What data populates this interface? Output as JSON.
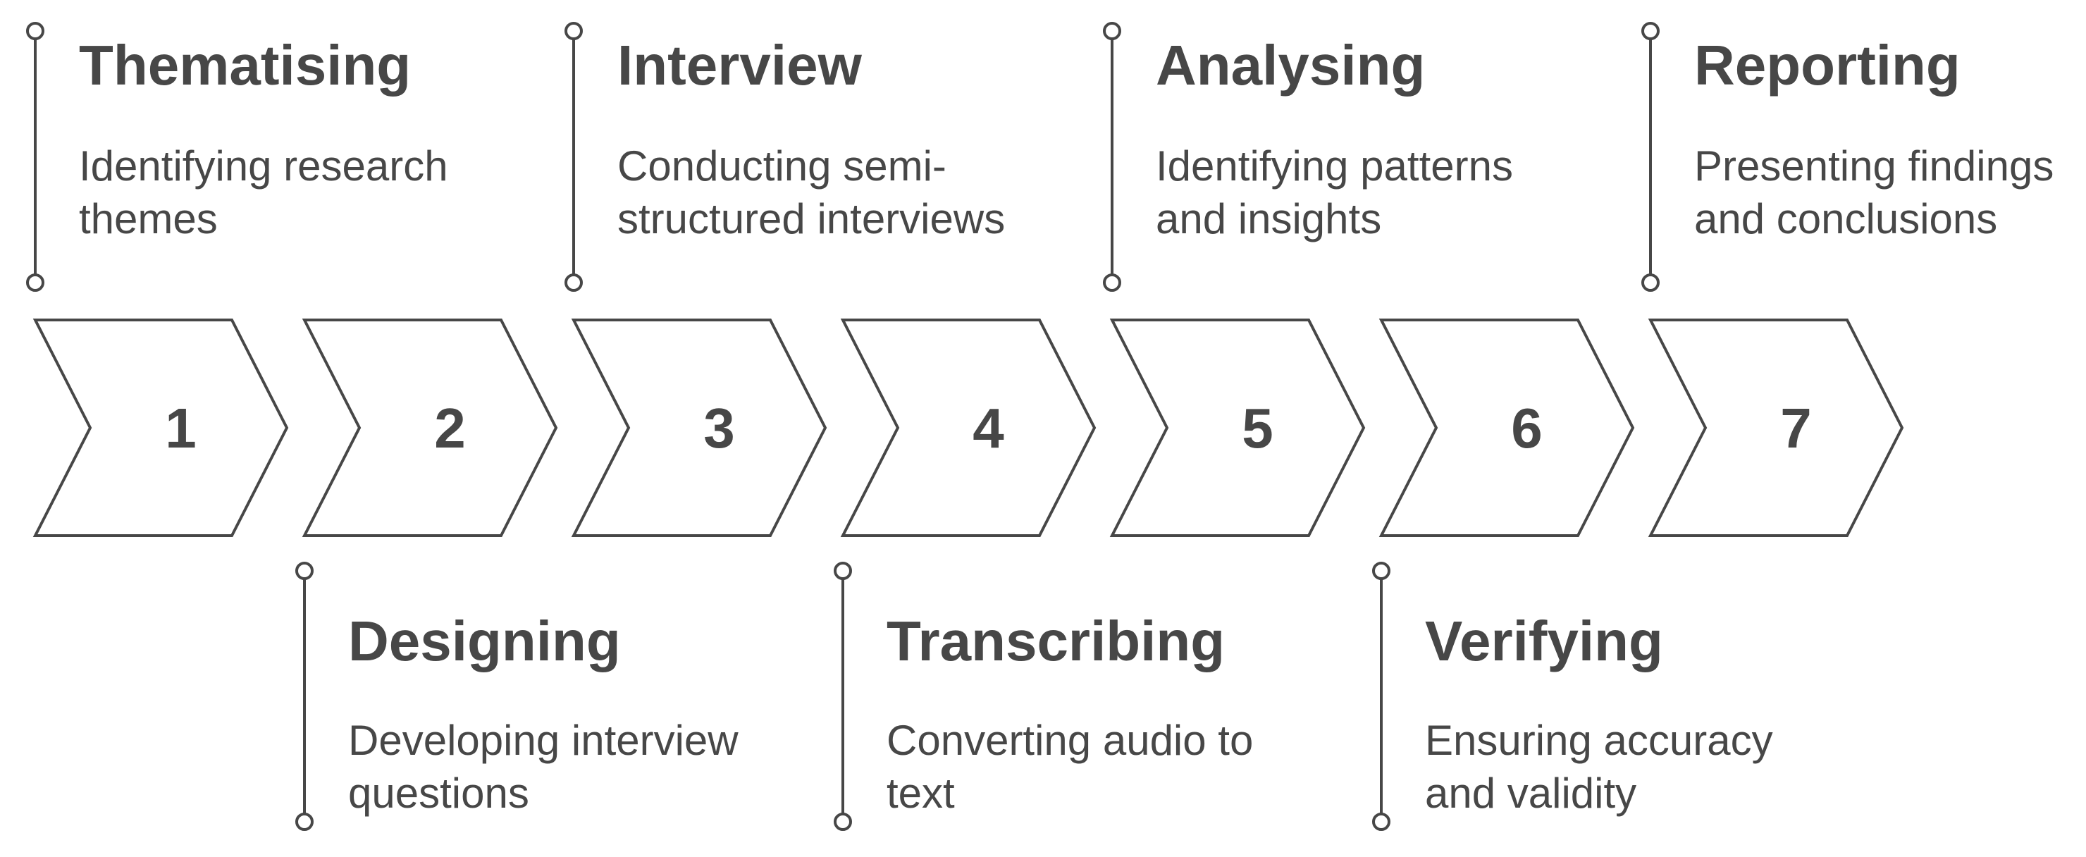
{
  "colors": {
    "stroke": "#474747",
    "text": "#474747",
    "background": "#ffffff"
  },
  "steps": [
    {
      "number": "1",
      "title": "Thematising",
      "description": [
        "Identifying research",
        "themes"
      ],
      "label_position": "top"
    },
    {
      "number": "2",
      "title": "Designing",
      "description": [
        "Developing interview",
        "questions"
      ],
      "label_position": "bottom"
    },
    {
      "number": "3",
      "title": "Interview",
      "description": [
        "Conducting semi-",
        "structured interviews"
      ],
      "label_position": "top"
    },
    {
      "number": "4",
      "title": "Transcribing",
      "description": [
        "Converting audio to",
        "text"
      ],
      "label_position": "bottom"
    },
    {
      "number": "5",
      "title": "Analysing",
      "description": [
        "Identifying patterns",
        "and insights"
      ],
      "label_position": "top"
    },
    {
      "number": "6",
      "title": "Verifying",
      "description": [
        "Ensuring accuracy",
        "and validity"
      ],
      "label_position": "bottom"
    },
    {
      "number": "7",
      "title": "Reporting",
      "description": [
        "Presenting findings",
        "and conclusions"
      ],
      "label_position": "top"
    }
  ]
}
